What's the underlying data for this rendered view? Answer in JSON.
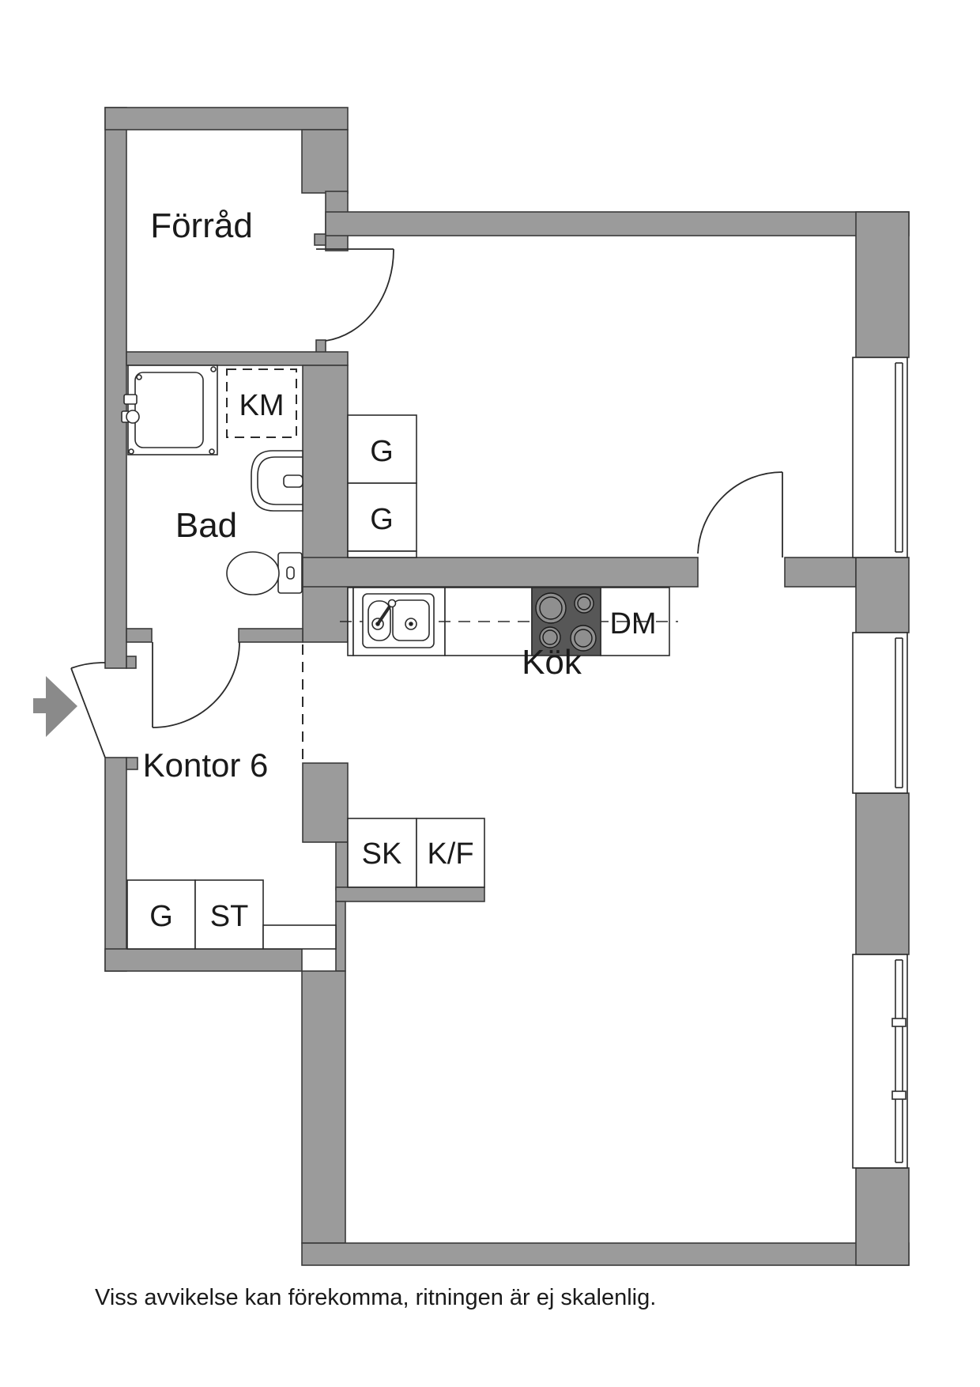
{
  "floorplan": {
    "rooms": {
      "forrad": "Förråd",
      "bad": "Bad",
      "kontor": "Kontor 6",
      "kok": "Kök"
    },
    "units": {
      "km": "KM",
      "g_upper_1": "G",
      "g_upper_2": "G",
      "dm": "DM",
      "sk": "SK",
      "kf": "K/F",
      "g_lower": "G",
      "st": "ST"
    },
    "disclaimer": "Viss avvikelse kan förekomma, ritningen är ej skalenlig.",
    "colors": {
      "wall": "#9b9b9b",
      "wall_outline": "#3a3a3a",
      "line": "#2b2b2b",
      "stove": "#575757",
      "burner": "#8f8f8f",
      "arrow": "#8a8a8a",
      "text": "#1a1a1a"
    }
  }
}
